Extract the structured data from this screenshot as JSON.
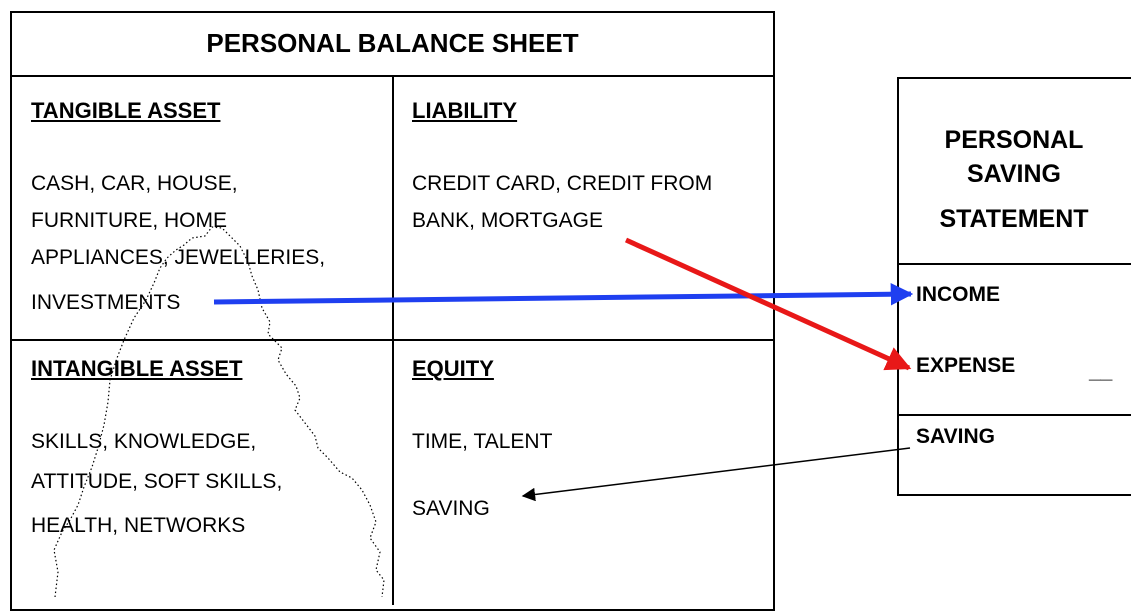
{
  "balance_sheet": {
    "title": "PERSONAL BALANCE SHEET",
    "tangible_asset": {
      "heading": "TANGIBLE ASSET",
      "lines": [
        "CASH, CAR, HOUSE,",
        "FURNITURE, HOME",
        "APPLIANCES, JEWELLERIES,",
        "INVESTMENTS"
      ]
    },
    "liability": {
      "heading": "LIABILITY",
      "lines": [
        "CREDIT CARD, CREDIT FROM",
        "BANK, MORTGAGE"
      ]
    },
    "intangible_asset": {
      "heading": "INTANGIBLE ASSET",
      "lines": [
        "SKILLS, KNOWLEDGE,",
        "ATTITUDE,  SOFT SKILLS,",
        "HEALTH, NETWORKS"
      ]
    },
    "equity": {
      "heading": "EQUITY",
      "lines": [
        "TIME, TALENT"
      ],
      "saving": "SAVING"
    }
  },
  "saving_statement": {
    "title_lines": [
      "PERSONAL",
      "SAVING",
      "STATEMENT"
    ],
    "income": "INCOME",
    "expense": "EXPENSE",
    "minus": "__",
    "saving": "SAVING"
  },
  "arrows": {
    "investments_to_income": "#1f3ff0",
    "mortgage_to_expense": "#e81818",
    "saving_to_equity_saving": "#000000"
  }
}
